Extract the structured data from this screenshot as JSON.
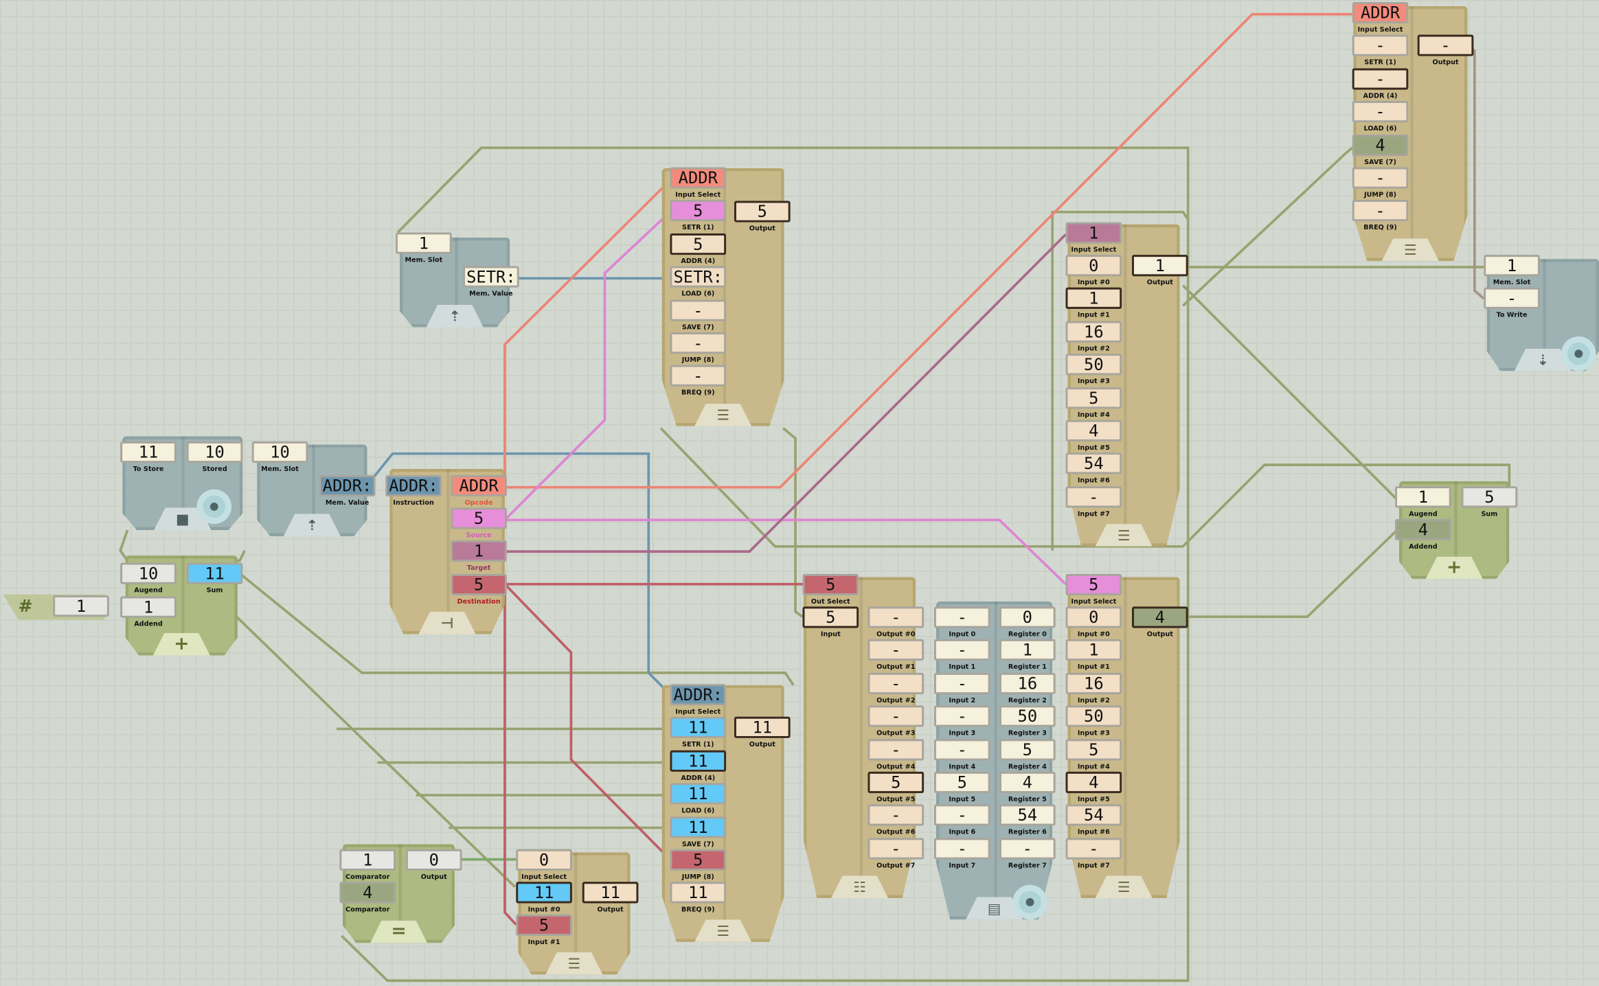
{
  "palette": {
    "cream": "#f6f1dc",
    "beige": "#f2dfc6",
    "gray": "#e6e6e3",
    "salmon": "#f28b7c",
    "pink": "#e68ed9",
    "mauve": "#b97a99",
    "red": "#c5666f",
    "blue": "#6d96ae",
    "cyan": "#63c9f6",
    "olive": "#9aa67f"
  },
  "constant": {
    "icon": "hash-icon",
    "value": "1"
  },
  "components": [
    {
      "id": "store-memory",
      "kind": "teal",
      "icon": "store-icon",
      "ports": [
        {
          "label": "To Store",
          "value": "11",
          "color": "cream"
        },
        {
          "label": "Stored",
          "value": "10",
          "color": "cream"
        }
      ]
    },
    {
      "id": "load-memory-instruction",
      "kind": "teal",
      "icon": "load-icon",
      "ports": [
        {
          "label": "Mem. Slot",
          "value": "10",
          "color": "cream"
        },
        {
          "label": "Mem. Value",
          "value": "ADDR:",
          "color": "blue"
        }
      ]
    },
    {
      "id": "load-memory-top",
      "kind": "teal",
      "icon": "load-icon",
      "ports": [
        {
          "label": "Mem. Slot",
          "value": "1",
          "color": "cream"
        },
        {
          "label": "Mem. Value",
          "value": "SETR:",
          "color": "cream"
        }
      ]
    },
    {
      "id": "instruction-decoder",
      "kind": "tan",
      "icon": "decoder-icon",
      "ports": [
        {
          "label": "Instruction",
          "value": "ADDR:",
          "color": "blue"
        },
        {
          "label": "Opcode",
          "value": "ADDR",
          "color": "salmon",
          "labelColor": "#e0553f"
        },
        {
          "label": "Source",
          "value": "5",
          "color": "pink",
          "labelColor": "#d25ac4"
        },
        {
          "label": "Target",
          "value": "1",
          "color": "mauve",
          "labelColor": "#8e3a5e"
        },
        {
          "label": "Destination",
          "value": "5",
          "color": "red",
          "labelColor": "#b01c22"
        }
      ]
    },
    {
      "id": "counter-adder",
      "kind": "green",
      "icon": "plus-icon",
      "ports": [
        {
          "label": "Augend",
          "value": "10",
          "color": "gray"
        },
        {
          "label": "Sum",
          "value": "11",
          "color": "cyan"
        },
        {
          "label": "Addend",
          "value": "1",
          "color": "gray"
        }
      ]
    },
    {
      "id": "source-multiplexer",
      "kind": "tan",
      "icon": "mux-icon",
      "ports": [
        {
          "label": "Input Select",
          "value": "ADDR",
          "color": "salmon"
        },
        {
          "label": "SETR (1)",
          "value": "5",
          "color": "pink"
        },
        {
          "label": "ADDR (4)",
          "value": "5",
          "color": "beige",
          "active": true
        },
        {
          "label": "LOAD (6)",
          "value": "SETR:",
          "color": "beige"
        },
        {
          "label": "SAVE (7)",
          "value": "-",
          "color": "beige"
        },
        {
          "label": "JUMP (8)",
          "value": "-",
          "color": "beige"
        },
        {
          "label": "BREQ (9)",
          "value": "-",
          "color": "beige"
        },
        {
          "label": "Output",
          "value": "5",
          "color": "beige",
          "active": true
        }
      ]
    },
    {
      "id": "next-address-multiplexer",
      "kind": "tan",
      "icon": "mux-icon",
      "ports": [
        {
          "label": "Input Select",
          "value": "ADDR:",
          "color": "blue"
        },
        {
          "label": "SETR (1)",
          "value": "11",
          "color": "cyan"
        },
        {
          "label": "ADDR (4)",
          "value": "11",
          "color": "cyan",
          "active": true
        },
        {
          "label": "LOAD (6)",
          "value": "11",
          "color": "cyan"
        },
        {
          "label": "SAVE (7)",
          "value": "11",
          "color": "cyan"
        },
        {
          "label": "JUMP (8)",
          "value": "5",
          "color": "red"
        },
        {
          "label": "BREQ (9)",
          "value": "11",
          "color": "beige"
        },
        {
          "label": "Output",
          "value": "11",
          "color": "beige",
          "active": true
        }
      ]
    },
    {
      "id": "comparator",
      "kind": "green",
      "icon": "equals-icon",
      "ports": [
        {
          "label": "Comparator",
          "value": "1",
          "color": "gray"
        },
        {
          "label": "Output",
          "value": "0",
          "color": "gray"
        },
        {
          "label": "Comparator",
          "value": "4",
          "color": "olive"
        }
      ]
    },
    {
      "id": "branch-multiplexer",
      "kind": "tan",
      "icon": "mux-icon",
      "ports": [
        {
          "label": "Input Select",
          "value": "0",
          "color": "beige"
        },
        {
          "label": "Input #0",
          "value": "11",
          "color": "cyan",
          "active": true
        },
        {
          "label": "Input #1",
          "value": "5",
          "color": "red"
        },
        {
          "label": "Output",
          "value": "11",
          "color": "beige",
          "active": true
        }
      ]
    },
    {
      "id": "register-demultiplexer",
      "kind": "tan",
      "icon": "demux-icon",
      "ports": [
        {
          "label": "Out Select",
          "value": "5",
          "color": "red"
        },
        {
          "label": "Input",
          "value": "5",
          "color": "beige",
          "active": true
        },
        {
          "label": "Output #0",
          "value": "-",
          "color": "beige"
        },
        {
          "label": "Output #1",
          "value": "-",
          "color": "beige"
        },
        {
          "label": "Output #2",
          "value": "-",
          "color": "beige"
        },
        {
          "label": "Output #3",
          "value": "-",
          "color": "beige"
        },
        {
          "label": "Output #4",
          "value": "-",
          "color": "beige"
        },
        {
          "label": "Output #5",
          "value": "5",
          "color": "beige",
          "active": true
        },
        {
          "label": "Output #6",
          "value": "-",
          "color": "beige"
        },
        {
          "label": "Output #7",
          "value": "-",
          "color": "beige"
        }
      ]
    },
    {
      "id": "register-file",
      "kind": "teal",
      "icon": "register-icon",
      "ports": [
        {
          "label": "Input 0",
          "value": "-",
          "color": "cream"
        },
        {
          "label": "Input 1",
          "value": "-",
          "color": "cream"
        },
        {
          "label": "Input 2",
          "value": "-",
          "color": "cream"
        },
        {
          "label": "Input 3",
          "value": "-",
          "color": "cream"
        },
        {
          "label": "Input 4",
          "value": "-",
          "color": "cream"
        },
        {
          "label": "Input 5",
          "value": "5",
          "color": "cream"
        },
        {
          "label": "Input 6",
          "value": "-",
          "color": "cream"
        },
        {
          "label": "Input 7",
          "value": "-",
          "color": "cream"
        },
        {
          "label": "Register 0",
          "value": "0",
          "color": "cream"
        },
        {
          "label": "Register 1",
          "value": "1",
          "color": "cream"
        },
        {
          "label": "Register 2",
          "value": "16",
          "color": "cream"
        },
        {
          "label": "Register 3",
          "value": "50",
          "color": "cream"
        },
        {
          "label": "Register 4",
          "value": "5",
          "color": "cream"
        },
        {
          "label": "Register 5",
          "value": "4",
          "color": "cream"
        },
        {
          "label": "Register 6",
          "value": "54",
          "color": "cream"
        },
        {
          "label": "Register 7",
          "value": "-",
          "color": "cream"
        }
      ]
    },
    {
      "id": "source-register-multiplexer",
      "kind": "tan",
      "icon": "mux-icon",
      "ports": [
        {
          "label": "Input Select",
          "value": "5",
          "color": "pink"
        },
        {
          "label": "Input #0",
          "value": "0",
          "color": "beige"
        },
        {
          "label": "Input #1",
          "value": "1",
          "color": "beige"
        },
        {
          "label": "Input #2",
          "value": "16",
          "color": "beige"
        },
        {
          "label": "Input #3",
          "value": "50",
          "color": "beige"
        },
        {
          "label": "Input #4",
          "value": "5",
          "color": "beige"
        },
        {
          "label": "Input #5",
          "value": "4",
          "color": "beige",
          "active": true
        },
        {
          "label": "Input #6",
          "value": "54",
          "color": "beige"
        },
        {
          "label": "Input #7",
          "value": "-",
          "color": "beige"
        },
        {
          "label": "Output",
          "value": "4",
          "color": "olive",
          "active": true
        }
      ]
    },
    {
      "id": "target-register-multiplexer",
      "kind": "tan",
      "icon": "mux-icon",
      "ports": [
        {
          "label": "Input Select",
          "value": "1",
          "color": "mauve"
        },
        {
          "label": "Input #0",
          "value": "0",
          "color": "beige"
        },
        {
          "label": "Input #1",
          "value": "1",
          "color": "beige",
          "active": true
        },
        {
          "label": "Input #2",
          "value": "16",
          "color": "beige"
        },
        {
          "label": "Input #3",
          "value": "50",
          "color": "beige"
        },
        {
          "label": "Input #4",
          "value": "5",
          "color": "beige"
        },
        {
          "label": "Input #5",
          "value": "4",
          "color": "beige"
        },
        {
          "label": "Input #6",
          "value": "54",
          "color": "beige"
        },
        {
          "label": "Input #7",
          "value": "-",
          "color": "beige"
        },
        {
          "label": "Output",
          "value": "1",
          "color": "cream",
          "active": true
        }
      ]
    },
    {
      "id": "write-multiplexer",
      "kind": "tan",
      "icon": "mux-icon",
      "ports": [
        {
          "label": "Input Select",
          "value": "ADDR",
          "color": "salmon"
        },
        {
          "label": "SETR (1)",
          "value": "-",
          "color": "beige"
        },
        {
          "label": "ADDR (4)",
          "value": "-",
          "color": "beige",
          "active": true
        },
        {
          "label": "LOAD (6)",
          "value": "-",
          "color": "beige"
        },
        {
          "label": "SAVE (7)",
          "value": "4",
          "color": "olive"
        },
        {
          "label": "JUMP (8)",
          "value": "-",
          "color": "beige"
        },
        {
          "label": "BREQ (9)",
          "value": "-",
          "color": "beige"
        },
        {
          "label": "Output",
          "value": "-",
          "color": "beige",
          "active": true
        }
      ]
    },
    {
      "id": "write-memory",
      "kind": "teal",
      "icon": "write-icon",
      "ports": [
        {
          "label": "Mem. Slot",
          "value": "1",
          "color": "cream"
        },
        {
          "label": "To Write",
          "value": "-",
          "color": "cream"
        }
      ]
    },
    {
      "id": "result-adder",
      "kind": "green",
      "icon": "plus-icon",
      "ports": [
        {
          "label": "Augend",
          "value": "1",
          "color": "cream"
        },
        {
          "label": "Sum",
          "value": "5",
          "color": "gray"
        },
        {
          "label": "Addend",
          "value": "4",
          "color": "olive"
        }
      ]
    }
  ]
}
